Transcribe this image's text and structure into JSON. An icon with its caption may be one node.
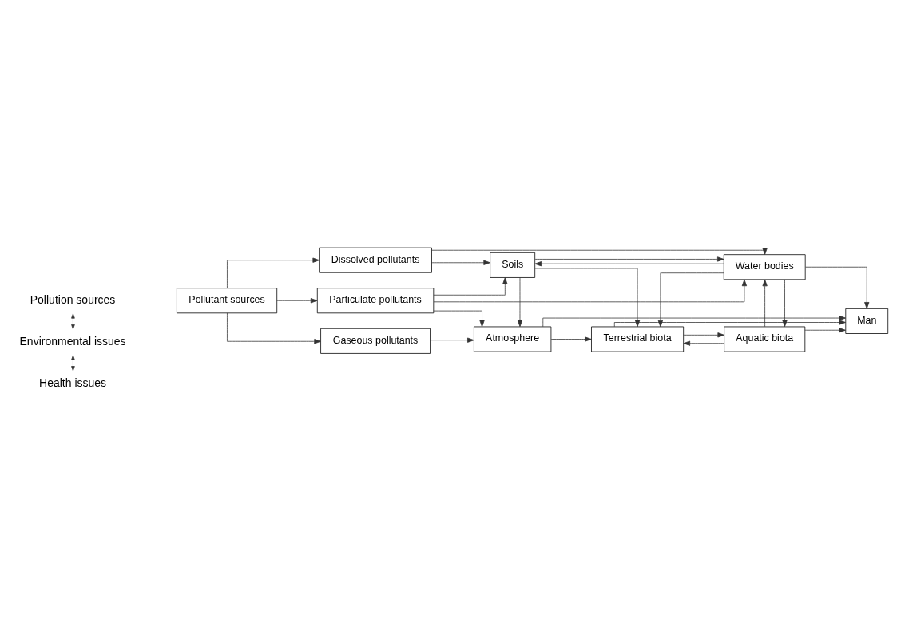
{
  "diagram": {
    "nodes": [
      {
        "text": [
          "Pollutant sources"
        ]
      },
      {
        "text": [
          "Gaseous pollutants"
        ]
      },
      {
        "text": [
          "Dissolved pollutants"
        ]
      },
      {
        "text": [
          "Particulate pollutants"
        ]
      },
      {
        "text": [
          "Atmosphere"
        ]
      },
      {
        "text": [
          "Aquatic biota"
        ]
      },
      {
        "text": [
          "Terrestrial biota"
        ]
      },
      {
        "text": [
          "Water bodies"
        ]
      },
      {
        "text": [
          "Soils"
        ]
      },
      {
        "text": [
          "Man"
        ]
      }
    ],
    "edges": [
      {
        "from": 0,
        "to": 1,
        "arrow": "to"
      },
      {
        "from": 0,
        "to": 2,
        "arrow": "to"
      },
      {
        "from": 0,
        "to": 3,
        "arrow": "to"
      },
      {
        "from": 1,
        "to": 4,
        "arrow": "to"
      },
      {
        "from": 3,
        "to": 4,
        "arrow": "to"
      },
      {
        "from": 8,
        "to": 4,
        "arrow": "to"
      },
      {
        "from": 2,
        "to": 7,
        "arrow": "to"
      },
      {
        "from": 2,
        "to": 8,
        "arrow": "to"
      },
      {
        "from": 3,
        "to": 7,
        "arrow": "to"
      },
      {
        "from": 3,
        "to": 8,
        "arrow": "to"
      },
      {
        "from": 4,
        "to": 9,
        "arrow": "to"
      },
      {
        "from": 4,
        "to": 6,
        "arrow": "to"
      },
      {
        "from": 5,
        "to": 9,
        "arrow": "to"
      },
      {
        "from": 6,
        "to": 9,
        "arrow": "to"
      },
      {
        "from": 5,
        "to": 6,
        "arrow": "to"
      },
      {
        "from": 6,
        "to": 5,
        "arrow": "to"
      },
      {
        "from": 5,
        "to": 7,
        "arrow": "to"
      },
      {
        "from": 7,
        "to": 5,
        "arrow": "to"
      },
      {
        "from": 7,
        "to": 6,
        "arrow": "to"
      },
      {
        "from": 7,
        "to": 9,
        "arrow": "to"
      },
      {
        "from": 7,
        "to": 8,
        "arrow": "to"
      },
      {
        "from": 8,
        "to": 7,
        "arrow": "to"
      },
      {
        "from": 8,
        "to": 6,
        "arrow": "to"
      }
    ],
    "labels": [
      "Pollution sources",
      "Environmental issues",
      "Health issues"
    ]
  }
}
